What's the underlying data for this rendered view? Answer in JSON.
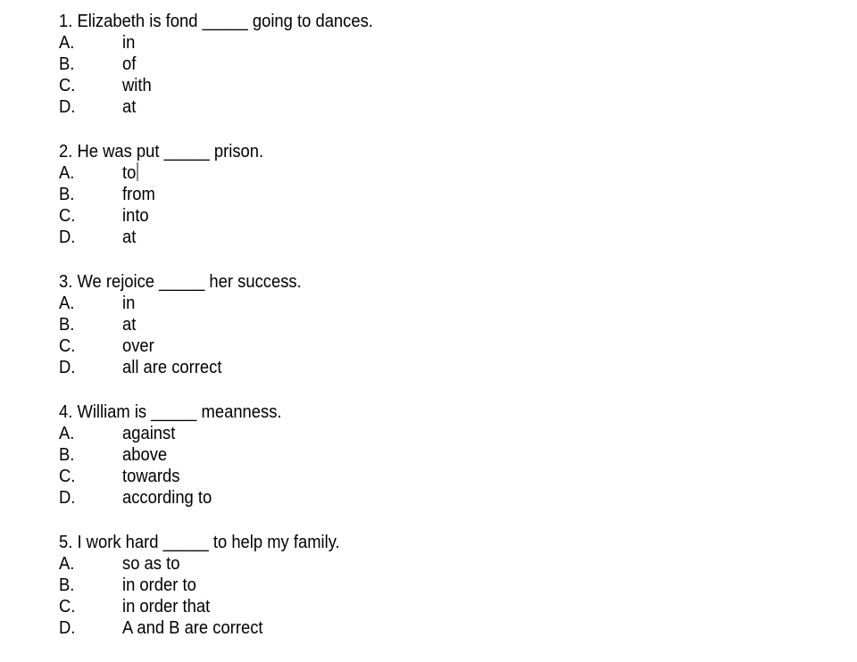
{
  "questions": [
    {
      "stem": "1. Elizabeth is fond _____ going to dances.",
      "options": [
        {
          "letter": "A.",
          "text": "in"
        },
        {
          "letter": "B.",
          "text": "of"
        },
        {
          "letter": "C.",
          "text": "with"
        },
        {
          "letter": "D.",
          "text": "at"
        }
      ]
    },
    {
      "stem": "2. He was put _____ prison.",
      "options": [
        {
          "letter": "A.",
          "text": "to"
        },
        {
          "letter": "B.",
          "text": "from"
        },
        {
          "letter": "C.",
          "text": "into"
        },
        {
          "letter": "D.",
          "text": "at"
        }
      ]
    },
    {
      "stem": "3. We rejoice _____ her success.",
      "options": [
        {
          "letter": "A.",
          "text": "in"
        },
        {
          "letter": "B.",
          "text": "at"
        },
        {
          "letter": "C.",
          "text": "over"
        },
        {
          "letter": "D.",
          "text": "all are correct"
        }
      ]
    },
    {
      "stem": "4. William is _____ meanness.",
      "options": [
        {
          "letter": "A.",
          "text": "against"
        },
        {
          "letter": "B.",
          "text": "above"
        },
        {
          "letter": "C.",
          "text": "towards"
        },
        {
          "letter": "D.",
          "text": "according to"
        }
      ]
    },
    {
      "stem": "5. I work hard _____ to help my family.",
      "options": [
        {
          "letter": "A.",
          "text": "so as to"
        },
        {
          "letter": "B.",
          "text": "in order to"
        },
        {
          "letter": "C.",
          "text": "in order that"
        },
        {
          "letter": "D.",
          "text": "A and B are correct"
        }
      ]
    }
  ]
}
